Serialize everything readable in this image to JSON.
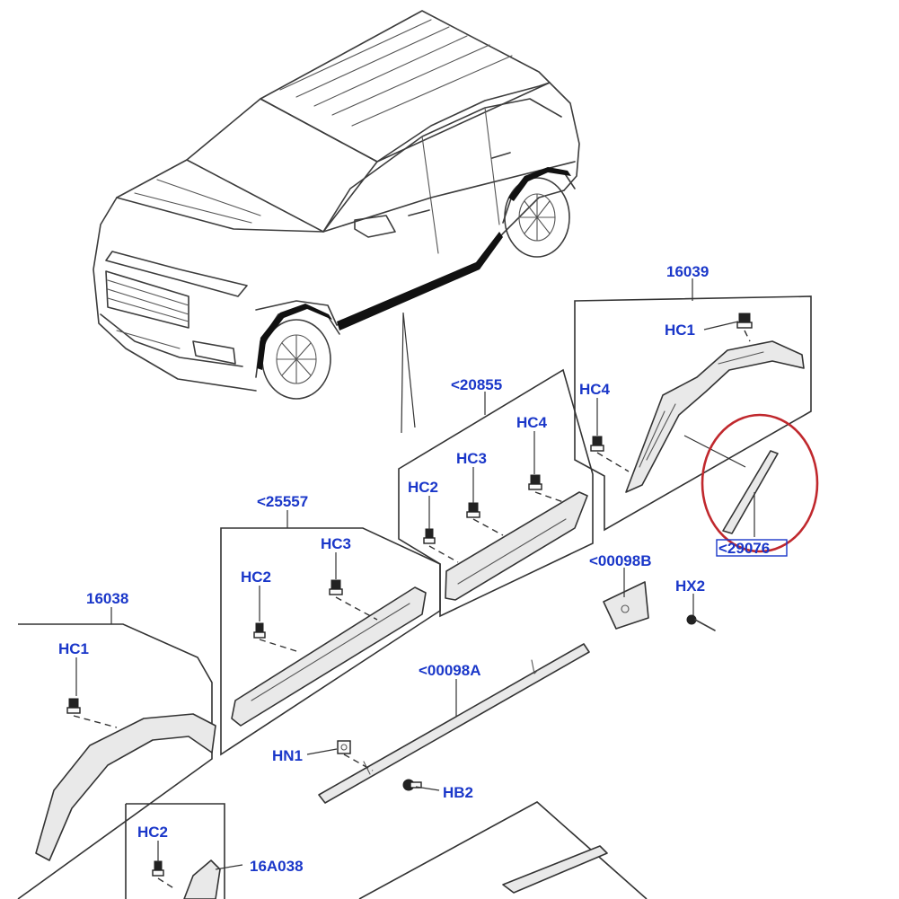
{
  "diagram": {
    "accent_color": "#1a37c9",
    "highlight_color": "#c0282d",
    "labels": {
      "l16039": "16039",
      "l20855": "<20855",
      "l25557": "<25557",
      "l16038": "16038",
      "l16a038": "16A038",
      "l00098b": "<00098B",
      "l00098a": "<00098A",
      "l29076": "<29076",
      "hc1_right": "HC1",
      "hc4_right": "HC4",
      "hc4_mid": "HC4",
      "hc3_mid": "HC3",
      "hc2_mid": "HC2",
      "hc3_left": "HC3",
      "hc2_left": "HC2",
      "hc1_left": "HC1",
      "hc2_bottom": "HC2",
      "hx2": "HX2",
      "hn1": "HN1",
      "hb2": "HB2"
    }
  }
}
